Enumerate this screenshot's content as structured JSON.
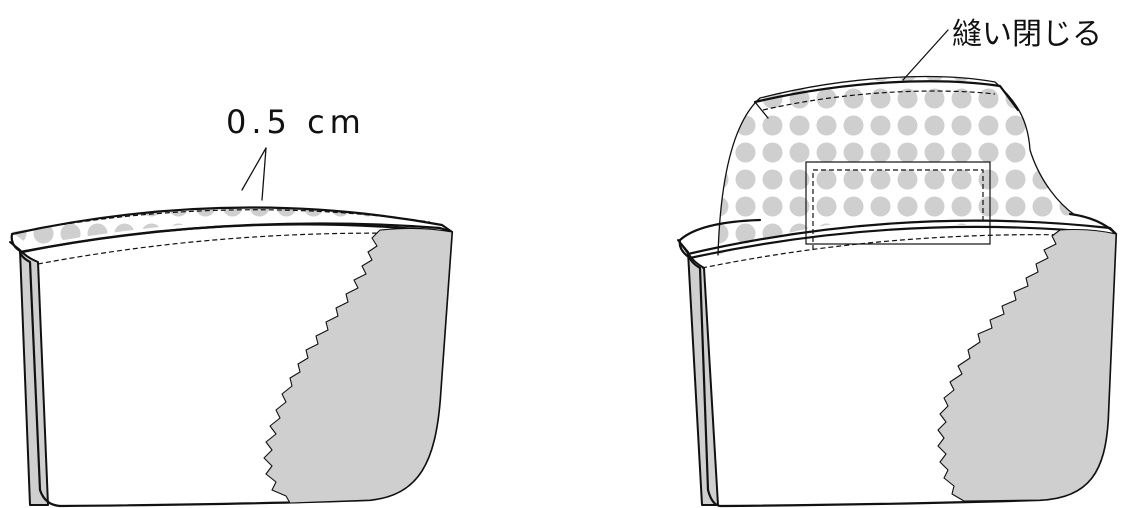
{
  "labels": {
    "seam_allowance": "0.5 cm",
    "sew_closed": "縫い閉じる"
  },
  "colors": {
    "line": "#111111",
    "fabric": "#ffffff",
    "lining_shade": "#cfcfcf",
    "dot": "#cfcfcf"
  },
  "figures": {
    "left": {
      "description_name": "pouch-seam-allowance-step"
    },
    "right": {
      "description_name": "pouch-sew-closed-step"
    }
  }
}
